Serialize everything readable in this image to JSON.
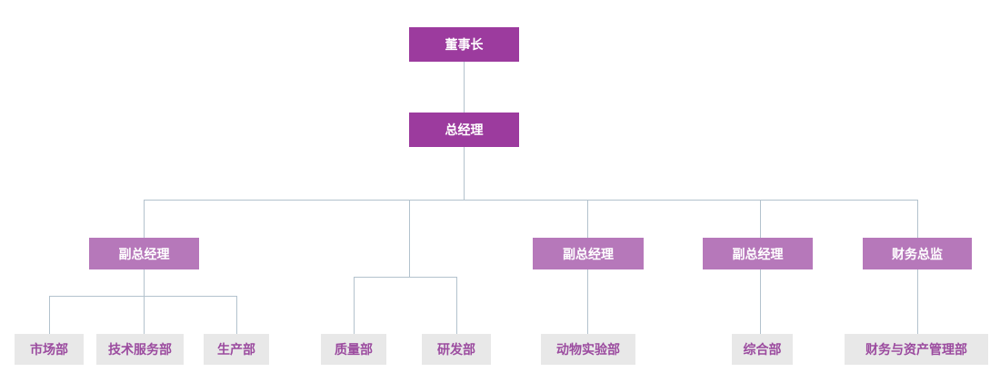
{
  "diagram_type": "org-chart",
  "colors": {
    "background": "#ffffff",
    "level1_box": "#9c3b9e",
    "level2_box": "#b678ba",
    "level3_box": "#e8e8e8",
    "level3_text": "#9b4b9f",
    "box_text_on_purple": "#ffffff",
    "connector_line": "#b3c2cd"
  },
  "tree": {
    "label": "董事长",
    "children": [
      {
        "label": "总经理",
        "children": [
          {
            "label": "副总经理",
            "children": [
              {
                "label": "市场部"
              },
              {
                "label": "技术服务部"
              },
              {
                "label": "生产部"
              }
            ]
          },
          {
            "label": "",
            "children": [
              {
                "label": "质量部"
              },
              {
                "label": "研发部"
              }
            ]
          },
          {
            "label": "副总经理",
            "children": [
              {
                "label": "动物实验部"
              }
            ]
          },
          {
            "label": "副总经理",
            "children": [
              {
                "label": "综合部"
              }
            ]
          },
          {
            "label": "财务总监",
            "children": [
              {
                "label": "财务与资产管理部"
              }
            ]
          }
        ]
      }
    ]
  }
}
